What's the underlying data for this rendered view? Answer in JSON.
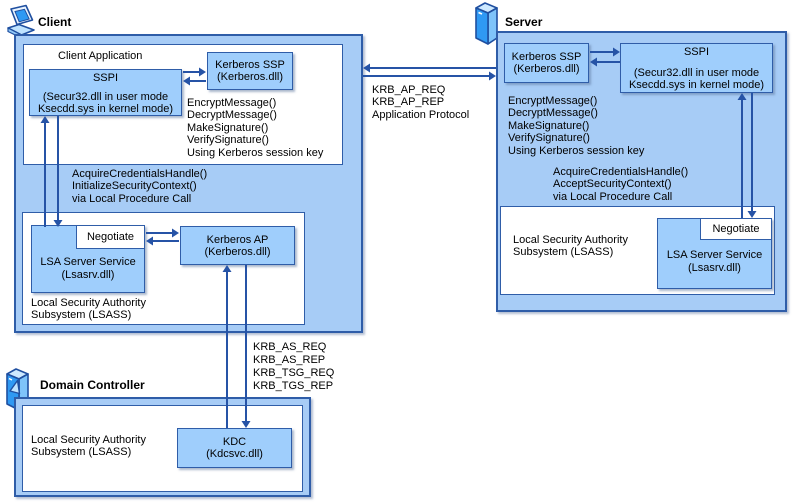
{
  "title": "Kerberos SSP architecture diagram",
  "colors": {
    "container_fill": "#A7CCF6",
    "box_fill": "#9FCEFC",
    "border_color": "#2F5DA8",
    "arrow_color": "#2653A6",
    "white": "#FFFFFF",
    "text_color": "#000000"
  },
  "client": {
    "label": "Client",
    "app_label": "Client Application",
    "sspi_box": {
      "title": "SSPI",
      "line1": "(Secur32.dll in user mode",
      "line2": "Ksecdd.sys in kernel mode)"
    },
    "kerberos_ssp_box": {
      "line1": "Kerberos SSP",
      "line2": "(Kerberos.dll)"
    },
    "functions": [
      "EncryptMessage()",
      "DecryptMessage()",
      "MakeSignature()",
      "VerifySignature()",
      "Using Kerberos session key"
    ],
    "lpc_lines": [
      "AcquireCredentialsHandle()",
      "InitializeSecurityContext()",
      "via Local Procedure Call"
    ],
    "negotiate_label": "Negotiate",
    "lsa_box": {
      "line1": "LSA Server Service",
      "line2": "(Lsasrv.dll)"
    },
    "kerberos_ap_box": {
      "line1": "Kerberos AP",
      "line2": "(Kerberos.dll)"
    },
    "lsass_lines": [
      "Local Security Authority",
      "Subsystem (LSASS)"
    ]
  },
  "server": {
    "label": "Server",
    "kerberos_ssp_box": {
      "line1": "Kerberos SSP",
      "line2": "(Kerberos.dll)"
    },
    "sspi_box": {
      "title": "SSPI",
      "line1": "(Secur32.dll in user mode",
      "line2": "Ksecdd.sys in kernel mode)"
    },
    "functions": [
      "EncryptMessage()",
      "DecryptMessage()",
      "MakeSignature()",
      "VerifySignature()",
      "Using Kerberos session key"
    ],
    "lpc_lines": [
      "AcquireCredentialsHandle()",
      "AcceptSecurityContext()",
      "via Local Procedure Call"
    ],
    "lsass_lines": [
      "Local Security Authority",
      "Subsystem (LSASS)"
    ],
    "negotiate_label": "Negotiate",
    "lsa_box": {
      "line1": "LSA Server Service",
      "line2": "(Lsasrv.dll)"
    }
  },
  "domain_controller": {
    "label": "Domain Controller",
    "lsass_lines": [
      "Local Security Authority",
      "Subsystem (LSASS)"
    ],
    "kdc_box": {
      "line1": "KDC",
      "line2": "(Kdcsvc.dll)"
    }
  },
  "messages": {
    "client_server": [
      "KRB_AP_REQ",
      "KRB_AP_REP",
      "Application Protocol"
    ],
    "client_dc": [
      "KRB_AS_REQ",
      "KRB_AS_REP",
      "KRB_TSG_REQ",
      "KRB_TGS_REP"
    ]
  },
  "icons": {
    "client": "laptop-icon",
    "server": "server-tower-icon",
    "domain_controller": "domain-controller-tower-icon"
  }
}
